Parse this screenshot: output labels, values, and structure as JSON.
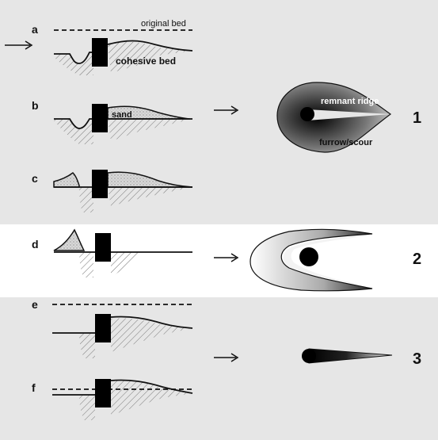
{
  "panels": [
    {
      "id": "a",
      "label": "a"
    },
    {
      "id": "b",
      "label": "b"
    },
    {
      "id": "c",
      "label": "c"
    },
    {
      "id": "d",
      "label": "d"
    },
    {
      "id": "e",
      "label": "e"
    },
    {
      "id": "f",
      "label": "f"
    }
  ],
  "annotations": {
    "original_bed": "original bed",
    "cohesive_bed": "cohesive bed",
    "sand": "sand",
    "remnant_ridge": "remnant ridge",
    "furrow_scour": "furrow/scour"
  },
  "results": [
    {
      "number": "1"
    },
    {
      "number": "2"
    },
    {
      "number": "3"
    }
  ],
  "colors": {
    "background": "#e6e6e6",
    "highlight_band": "#ffffff",
    "ink": "#111111",
    "sand_fill": "#d4d4d4"
  },
  "icons": {
    "flow_arrow": "right-arrow",
    "obstacle": "black-square"
  }
}
